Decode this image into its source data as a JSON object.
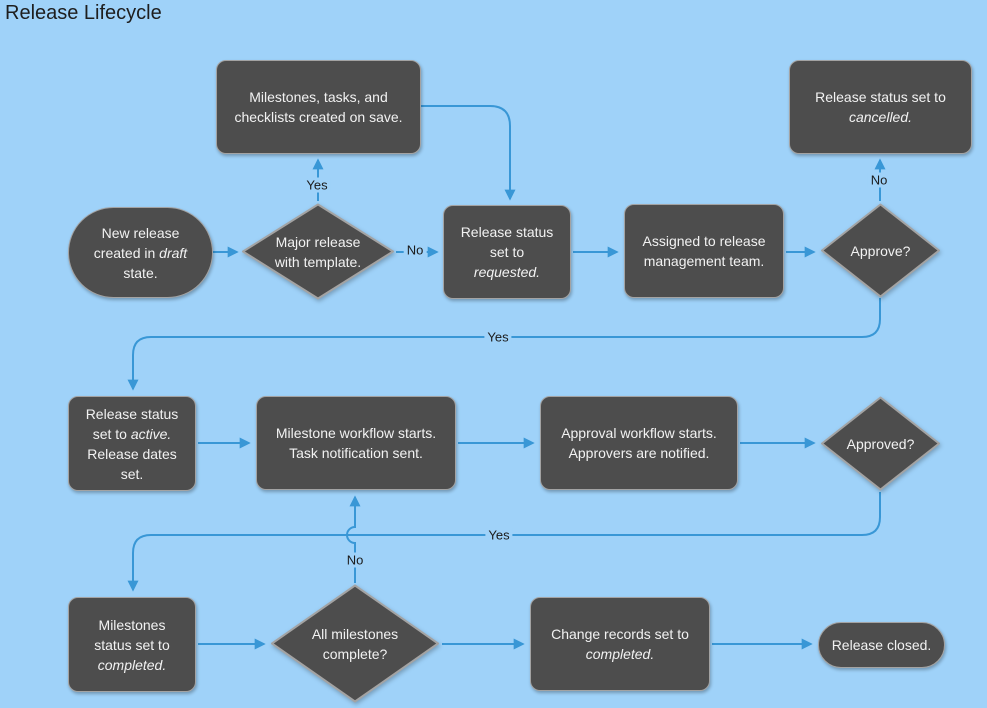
{
  "title": "Release Lifecycle",
  "colors": {
    "background": "#9fd2f9",
    "node_fill": "#4d4d4d",
    "node_border": "#a3a3a3",
    "node_text": "#f2f2f2",
    "arrow": "#3997d6",
    "label_text": "#1b1b1b",
    "title_text": "#1e1e1e"
  },
  "nodes": {
    "milestones_created": {
      "shape": "box",
      "lines": [
        [
          {
            "t": "Milestones, tasks, and"
          }
        ],
        [
          {
            "t": "checklists created on save."
          }
        ]
      ]
    },
    "cancelled": {
      "shape": "box",
      "lines": [
        [
          {
            "t": "Release status set to"
          }
        ],
        [
          {
            "t": "cancelled.",
            "i": true
          }
        ]
      ]
    },
    "draft": {
      "shape": "stadium",
      "lines": [
        [
          {
            "t": "New release"
          }
        ],
        [
          {
            "t": "created in "
          },
          {
            "t": "draft",
            "i": true
          }
        ],
        [
          {
            "t": "state."
          }
        ]
      ]
    },
    "major_release": {
      "shape": "diamond",
      "lines": [
        [
          {
            "t": "Major release"
          }
        ],
        [
          {
            "t": "with template."
          }
        ]
      ]
    },
    "requested": {
      "shape": "box",
      "lines": [
        [
          {
            "t": "Release status"
          }
        ],
        [
          {
            "t": "set to"
          }
        ],
        [
          {
            "t": "requested.",
            "i": true
          }
        ]
      ]
    },
    "assigned": {
      "shape": "box",
      "lines": [
        [
          {
            "t": "Assigned to release"
          }
        ],
        [
          {
            "t": "management team."
          }
        ]
      ]
    },
    "approve": {
      "shape": "diamond",
      "lines": [
        [
          {
            "t": "Approve?"
          }
        ]
      ]
    },
    "active": {
      "shape": "box",
      "lines": [
        [
          {
            "t": "Release status"
          }
        ],
        [
          {
            "t": "set to "
          },
          {
            "t": "active.",
            "i": true
          }
        ],
        [
          {
            "t": "Release dates"
          }
        ],
        [
          {
            "t": "set."
          }
        ]
      ]
    },
    "milestone_workflow": {
      "shape": "box",
      "lines": [
        [
          {
            "t": "Milestone workflow starts."
          }
        ],
        [
          {
            "t": "Task notification sent."
          }
        ]
      ]
    },
    "approval_workflow": {
      "shape": "box",
      "lines": [
        [
          {
            "t": "Approval workflow starts."
          }
        ],
        [
          {
            "t": "Approvers are notified."
          }
        ]
      ]
    },
    "approved": {
      "shape": "diamond",
      "lines": [
        [
          {
            "t": "Approved?"
          }
        ]
      ]
    },
    "milestones_completed": {
      "shape": "box",
      "lines": [
        [
          {
            "t": "Milestones"
          }
        ],
        [
          {
            "t": "status set to"
          }
        ],
        [
          {
            "t": "completed.",
            "i": true
          }
        ]
      ]
    },
    "all_milestones": {
      "shape": "diamond",
      "lines": [
        [
          {
            "t": "All milestones"
          }
        ],
        [
          {
            "t": "complete?"
          }
        ]
      ]
    },
    "change_records": {
      "shape": "box",
      "lines": [
        [
          {
            "t": "Change records set to"
          }
        ],
        [
          {
            "t": "completed.",
            "i": true
          }
        ]
      ]
    },
    "release_closed": {
      "shape": "stadium",
      "lines": [
        [
          {
            "t": "Release closed."
          }
        ]
      ]
    }
  },
  "edge_labels": {
    "yes_template": "Yes",
    "no_template": "No",
    "no_approve": "No",
    "yes_approve": "Yes",
    "yes_approved": "Yes",
    "no_milestones": "No"
  }
}
